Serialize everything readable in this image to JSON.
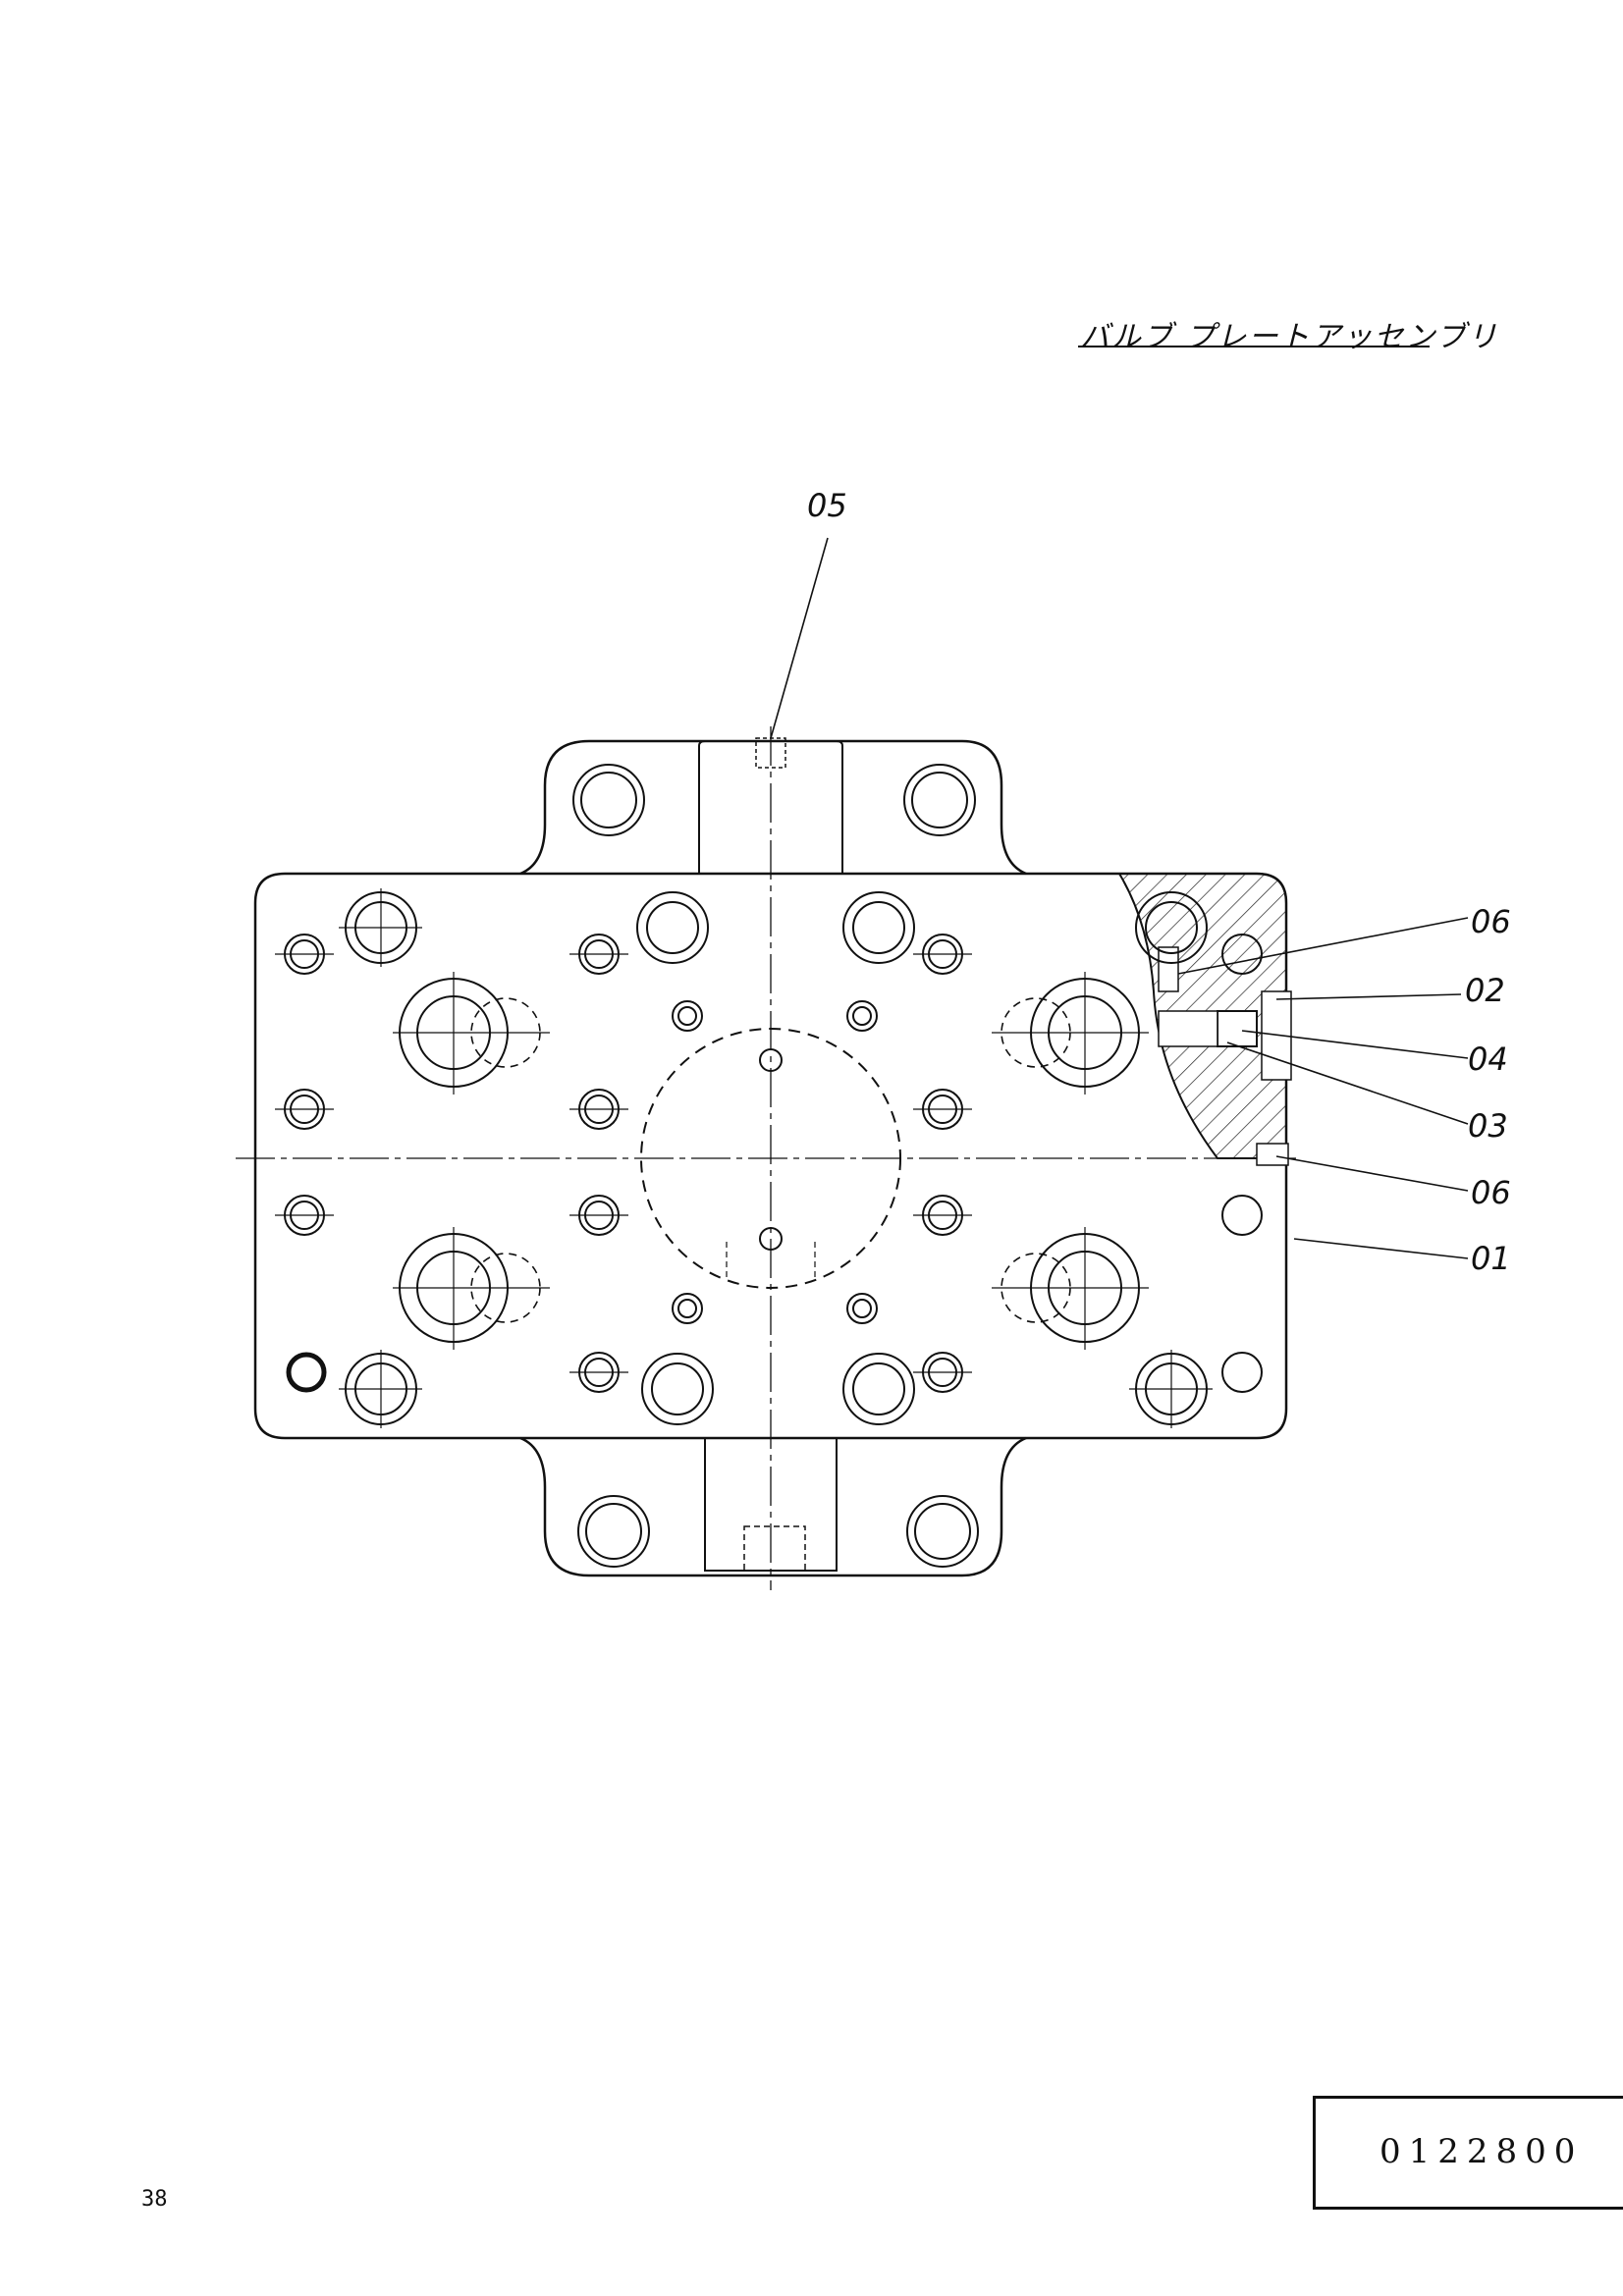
{
  "title": "バルブ プレートアッセンブリ",
  "callouts": {
    "c05": "05",
    "c06a": "06",
    "c02": "02",
    "c04": "04",
    "c03": "03",
    "c06b": "06",
    "c01": "01"
  },
  "page_number": "38",
  "doc_number": "0122800"
}
